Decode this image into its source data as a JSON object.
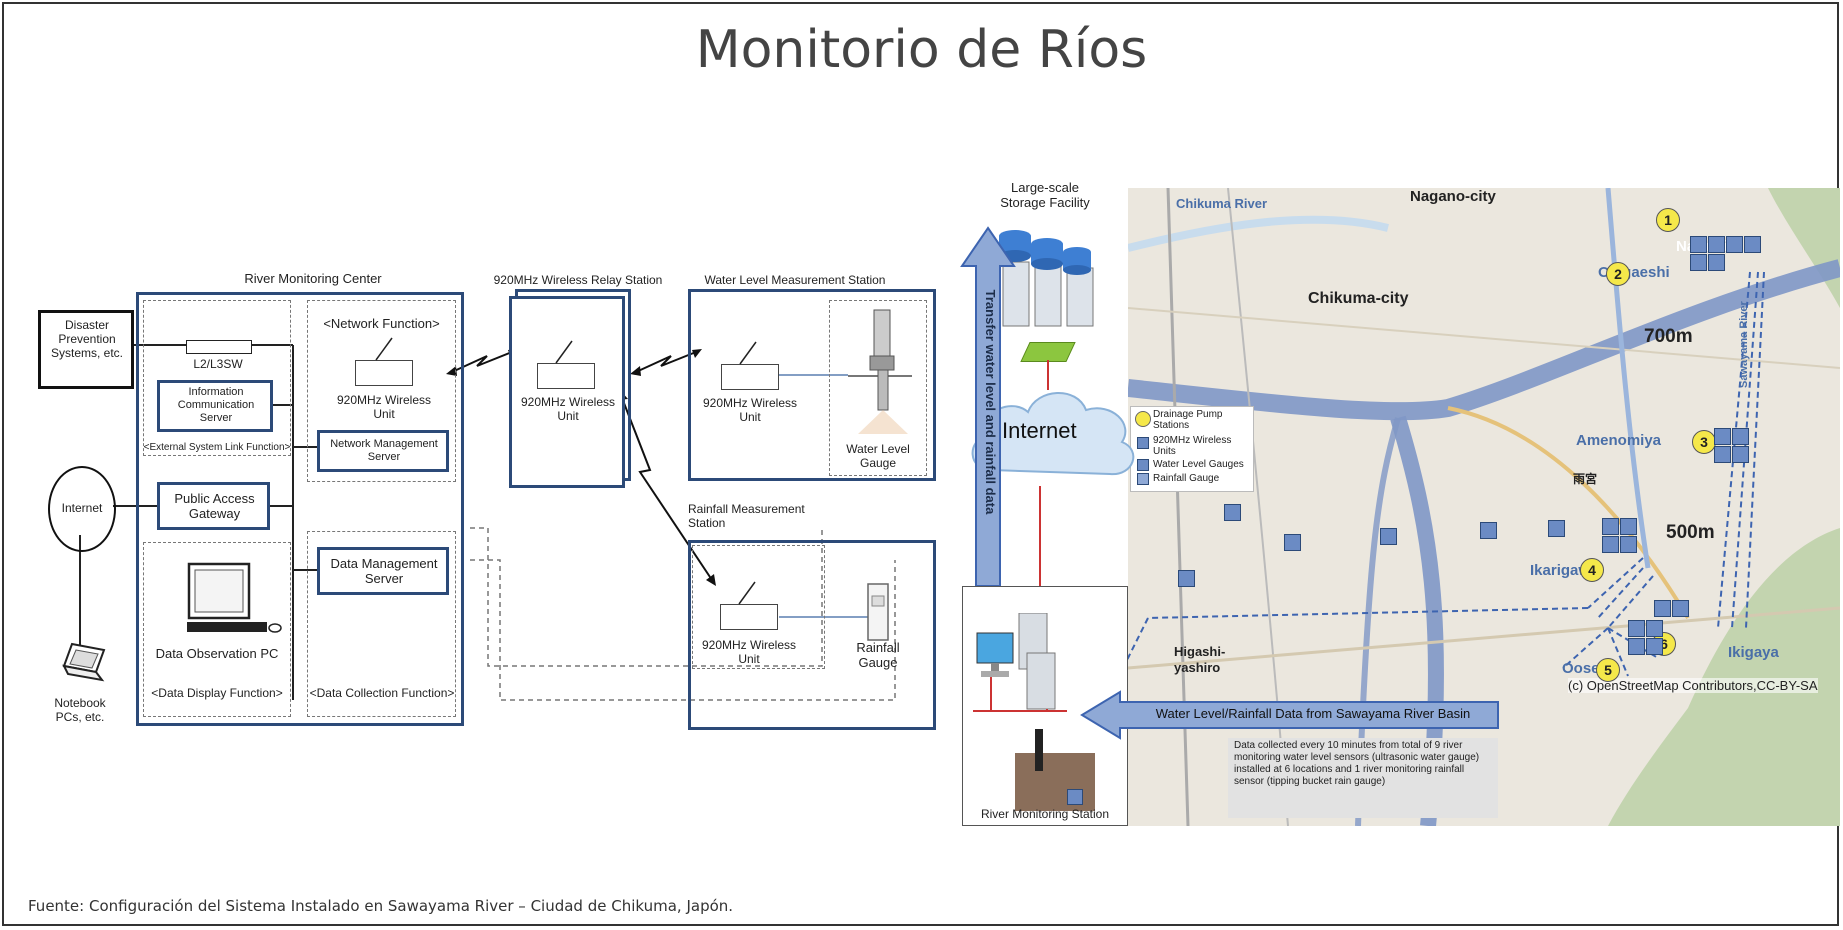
{
  "title": "Monitorio de Ríos",
  "source": "Fuente: Configuración del Sistema Instalado en Sawayama River – Ciudad de Chikuma, Japón.",
  "left": {
    "disaster_box": "Disaster Prevention Systems, etc.",
    "river_monitoring_center": "River Monitoring Center",
    "l2l3sw": "L2/L3SW",
    "info_server": "Information Communication Server",
    "ext_link_function": "<External System Link Function>",
    "network_function": "<Network Function>",
    "center_wireless": "920MHz Wireless Unit",
    "network_mgmt_server": "Network Management Server",
    "internet": "Internet",
    "public_access_gateway": "Public Access Gateway",
    "data_mgmt_server": "Data Management Server",
    "data_observation_pc": "Data Observation PC",
    "data_display_function": "<Data Display Function>",
    "data_collection_function": "<Data Collection Function>",
    "notebook": "Notebook PCs, etc.",
    "relay_station": "920MHz Wireless Relay Station",
    "relay_wireless": "920MHz Wireless Unit",
    "wl_station": "Water Level Measurement Station",
    "wl_wireless": "920MHz Wireless Unit",
    "wl_gauge": "Water Level Gauge",
    "rain_station": "Rainfall Measurement Station",
    "rain_wireless": "920MHz Wireless Unit",
    "rain_gauge": "Rainfall Gauge"
  },
  "right": {
    "storage": "Large-scale Storage Facility",
    "transfer_text": "Transfer water level and rainfall data",
    "internet": "Internet",
    "station_label": "River Monitoring Station",
    "basin_arrow": "Water Level/Rainfall Data from Sawayama River Basin",
    "collection_note": "Data collected every 10 minutes from total of 9 river monitoring water level sensors (ultrasonic water gauge) installed at 6 locations and 1 river monitoring rainfall sensor (tipping bucket rain gauge)",
    "legend": {
      "pump": "Drainage Pump Stations",
      "wireless": "920MHz Wireless Units",
      "water_level": "Water Level Gauges",
      "rainfall": "Rainfall Gauge"
    },
    "map": {
      "chikuma_river": "Chikuma River",
      "nagano_city": "Nagano-city",
      "chikuma_city": "Chikuma-city",
      "narumi": "Narumi",
      "okigaeshi": "Okigaeshi",
      "dist_700": "700m",
      "sawayama_river": "Sawayama River",
      "amenomiya": "Amenomiya",
      "amenomiya_jp": "雨宮",
      "dist_500": "500m",
      "ikarigawa": "Ikarigawa",
      "ikigaya": "Ikigaya",
      "oosegi": "Oosegi",
      "higashi_yashiro": "Higashi-yashiro",
      "credit": "(c) OpenStreetMap Contributors,CC-BY-SA",
      "n1": "1",
      "n2": "2",
      "n3": "3",
      "n4": "4",
      "n5": "5",
      "n6": "6"
    }
  },
  "colors": {
    "box_border": "#2c4a78",
    "arrow_fill": "#8fa9d6",
    "road": "#7f97c6",
    "marker_yellow": "#f5e84a",
    "gauge_blue": "#6b8bc4"
  }
}
